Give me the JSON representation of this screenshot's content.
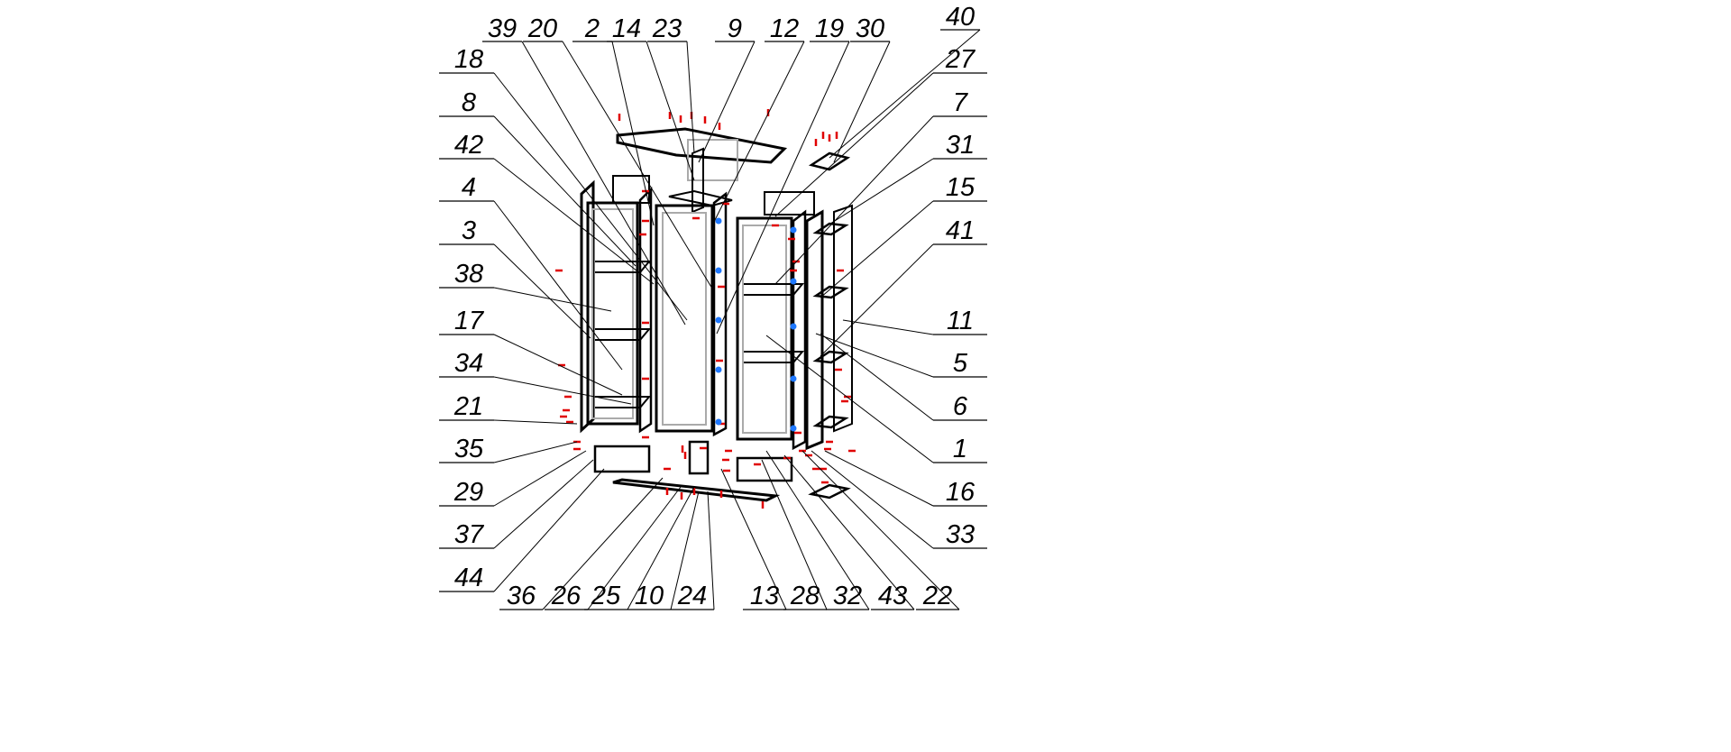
{
  "diagram": {
    "type": "exploded-assembly",
    "labels": {
      "top": [
        "39",
        "20",
        "2",
        "14",
        "23",
        "9",
        "12",
        "19",
        "30",
        "40"
      ],
      "left": [
        "18",
        "8",
        "42",
        "4",
        "3",
        "38",
        "17",
        "34",
        "21",
        "35",
        "29",
        "37",
        "44"
      ],
      "right": [
        "27",
        "7",
        "31",
        "15",
        "41",
        "11",
        "5",
        "6",
        "1",
        "16",
        "33"
      ],
      "bottom": [
        "36",
        "26",
        "25",
        "10",
        "24",
        "13",
        "28",
        "32",
        "43",
        "22"
      ]
    },
    "colors": {
      "lines": "#000000",
      "hidden": "#b0b0b0",
      "fasteners": "#e00000",
      "connectors": "#1e78ff"
    }
  }
}
